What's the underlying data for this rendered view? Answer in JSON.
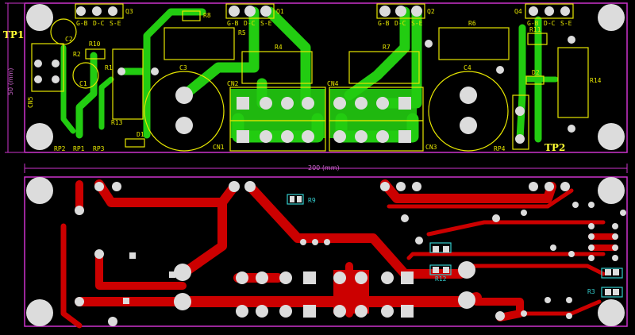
{
  "colors": {
    "background": "#000000",
    "board_outline": "#cc33cc",
    "top_copper": "#22cc11",
    "bottom_copper": "#cc0000",
    "silkscreen": "#e6e600",
    "pads": "#dcdcdc",
    "bottom_silk": "#33cccc"
  },
  "test_points": {
    "tp1": "TP1",
    "tp2": "TP2"
  },
  "dimensions": {
    "width": "200 (mm)",
    "height": "50 (mm)"
  },
  "top_labels": {
    "q1": "Q1",
    "q2": "Q2",
    "q3": "Q3",
    "q4": "Q4",
    "pin_gb": "G-B",
    "pin_dc": "D-C",
    "pin_se": "S-E",
    "c1": "C1",
    "c2": "C2",
    "c3": "C3",
    "c4": "C4",
    "r1": "R1",
    "r2": "R2",
    "r4": "R4",
    "r5": "R5",
    "r6": "R6",
    "r7": "R7",
    "r8": "R8",
    "r10": "R10",
    "r11": "R11",
    "r13": "R13",
    "r14": "R14",
    "d1": "D1",
    "d2": "D2",
    "cn1": "CN1",
    "cn2": "CN2",
    "cn3": "CN3",
    "cn4": "CN4",
    "cn5": "CN5",
    "rp1": "RP1",
    "rp2": "RP2",
    "rp3": "RP3",
    "rp4": "RP4"
  },
  "bottom_labels": {
    "r9": "R9",
    "r12": "R12",
    "r3": "R3"
  }
}
